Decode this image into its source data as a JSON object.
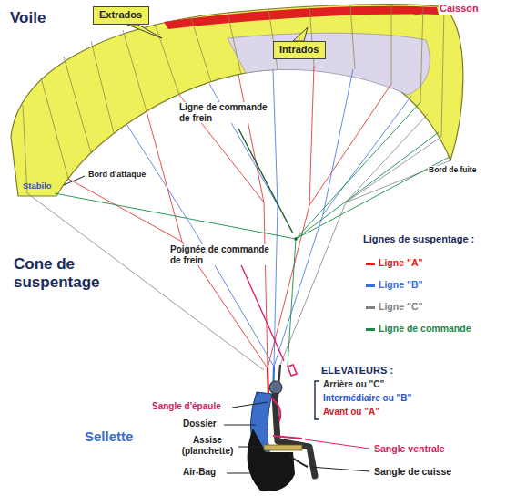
{
  "diagram": {
    "nodes": [
      {
        "text": [
          "Extrados"
        ]
      },
      {
        "text": [
          "Intrados"
        ]
      }
    ],
    "labels": [
      "Voile",
      "Caisson",
      "Stabilo",
      "Bord d'attaque",
      "Bord de fuite",
      "Ligne de commande de frein",
      "Cone de suspentage",
      "Poignée de commande de frein",
      "Lignes de suspentage :",
      "ELEVATEURS :",
      "Arrière ou \"C\"",
      "Intermédiaire ou \"B\"",
      "Avant ou \"A\"",
      "Sellette",
      "Sangle d'épaule",
      "Dossier",
      "Assise (planchette)",
      "Air-Bag",
      "Sangle ventrale",
      "Sangle de cuisse"
    ],
    "legend": [
      {
        "text": "Ligne \"A\"",
        "color": "#e02020"
      },
      {
        "text": "Ligne \"B\"",
        "color": "#3a6ee0"
      },
      {
        "text": "Ligne \"C\"",
        "color": "#808080"
      },
      {
        "text": "Ligne de commande",
        "color": "#1a8a4a"
      }
    ]
  }
}
